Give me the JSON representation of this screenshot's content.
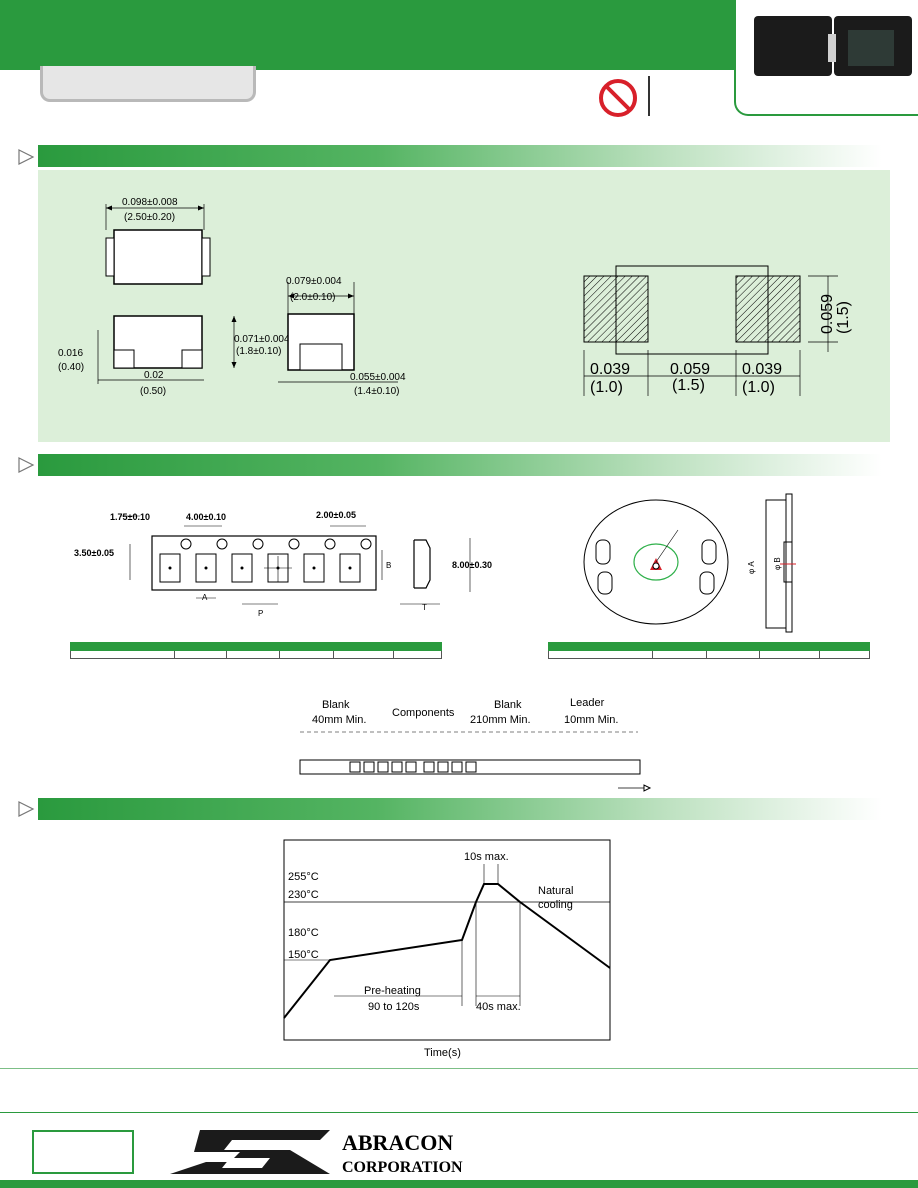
{
  "brand": {
    "company_line1": "ABRACON",
    "company_line2": "CORPORATION",
    "green": "#2a9a3e",
    "light_green": "#dcefd9"
  },
  "icons": {
    "no_sign": "no-sign-icon",
    "section_arrow": "triangle-right-icon"
  },
  "dimensions": {
    "top_width": "0.098±0.008",
    "top_width_mm": "(2.50±0.20)",
    "side_width": "0.079±0.004",
    "side_width_mm": "(2.0±0.10)",
    "height": "0.071±0.004",
    "height_mm": "(1.8±0.10)",
    "lead_h": "0.016",
    "lead_h_mm": "(0.40)",
    "lead_w": "0.02",
    "lead_w_mm": "(0.50)",
    "lead_ext": "0.055±0.004",
    "lead_ext_mm": "(1.4±0.10)"
  },
  "land_pattern": {
    "pad": "0.039",
    "pad_mm": "(1.0)",
    "gap": "0.059",
    "gap_mm": "(1.5)",
    "pad2": "0.039",
    "pad2_mm": "(1.0)",
    "height": "0.059",
    "height_mm": "(1.5)"
  },
  "tape": {
    "edge": "1.75±0.10",
    "pitch": "4.00±0.10",
    "hole_pitch": "2.00±0.05",
    "offset": "3.50±0.05",
    "width": "8.00±0.30",
    "label_a": "A",
    "label_b": "B",
    "label_p": "P",
    "label_t": "T"
  },
  "reel": {
    "label_a": "φ A",
    "label_b": "φ B"
  },
  "leader": {
    "blank1_title": "Blank",
    "blank1_len": "40mm Min.",
    "components": "Components",
    "blank2_title": "Blank",
    "blank2_len": "210mm Min.",
    "leader_title": "Leader",
    "leader_len": "10mm Min."
  },
  "reflow": {
    "t255": "255°C",
    "t230": "230°C",
    "t180": "180°C",
    "t150": "150°C",
    "peak_time": "10s max.",
    "natural1": "Natural",
    "natural2": "cooling",
    "preheat1": "Pre-heating",
    "preheat2": "90 to 120s",
    "above230": "40s max.",
    "xlabel": "Time(s)"
  }
}
